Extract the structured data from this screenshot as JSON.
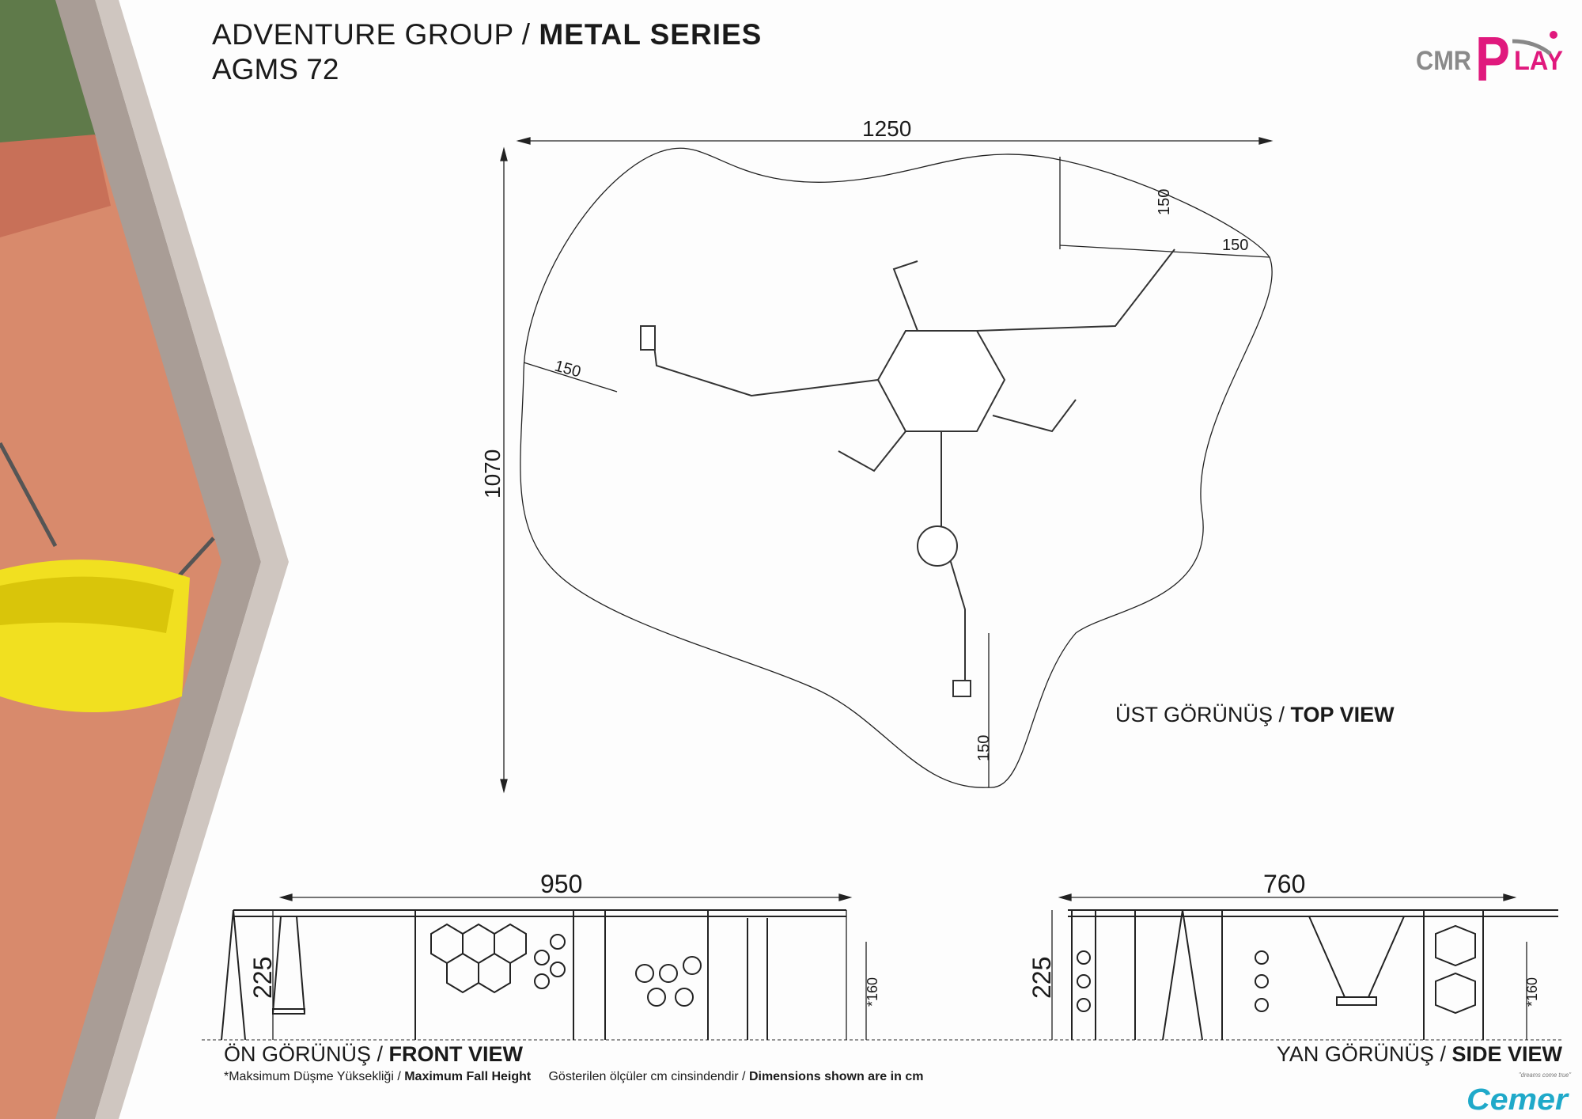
{
  "header": {
    "group": "ADVENTURE GROUP /",
    "series": "METAL SERIES",
    "model": "AGMS 72"
  },
  "logos": {
    "brand_left": "CMR",
    "brand_right": "PLAY",
    "company": "Cemer",
    "tagline": "\"dreams come true\""
  },
  "top_view": {
    "width_dim": "1250",
    "depth_dim": "1070",
    "clearance_dims": [
      "150",
      "150",
      "150",
      "150"
    ],
    "label_tr": "ÜST GÖRÜNÜŞ /",
    "label_en": "TOP VIEW"
  },
  "front_view": {
    "width_dim": "950",
    "height_dim": "225",
    "fall_height": "*160",
    "label_tr": "ÖN GÖRÜNÜŞ /",
    "label_en": "FRONT VIEW"
  },
  "side_view": {
    "width_dim": "760",
    "height_dim": "225",
    "fall_height": "*160",
    "label_tr": "YAN GÖRÜNÜŞ /",
    "label_en": "SIDE VIEW"
  },
  "footnote": {
    "fall_tr": "*Maksimum Düşme Yüksekliği /",
    "fall_en": "Maximum Fall Height",
    "dims_tr": "Gösterilen ölçüler cm cinsindendir /",
    "dims_en": "Dimensions shown are in cm"
  },
  "colors": {
    "brand_pink": "#e0197d",
    "brand_gray": "#8a8a8a",
    "cemer_blue": "#1fa9c9"
  }
}
